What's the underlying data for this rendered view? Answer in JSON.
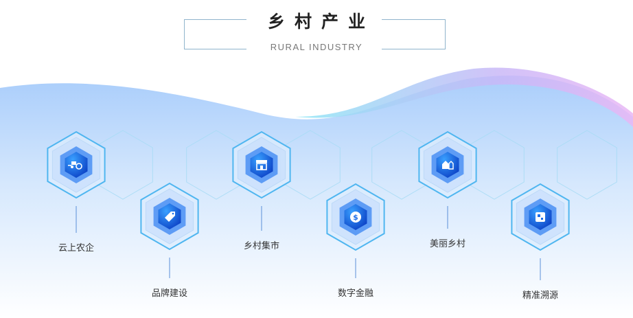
{
  "header": {
    "title": "乡村产业",
    "subtitle": "RURAL INDUSTRY"
  },
  "items": [
    {
      "label": "云上农企",
      "icon": "tractor-icon"
    },
    {
      "label": "品牌建设",
      "icon": "tag-icon"
    },
    {
      "label": "乡村集市",
      "icon": "market-stall-icon"
    },
    {
      "label": "数字金融",
      "icon": "dollar-coin-icon"
    },
    {
      "label": "美丽乡村",
      "icon": "village-house-icon"
    },
    {
      "label": "精准溯源",
      "icon": "qr-trace-icon"
    }
  ],
  "colors": {
    "accent": "#1f6fe8",
    "hex_border": "#4fb6f0",
    "title": "#222222"
  }
}
